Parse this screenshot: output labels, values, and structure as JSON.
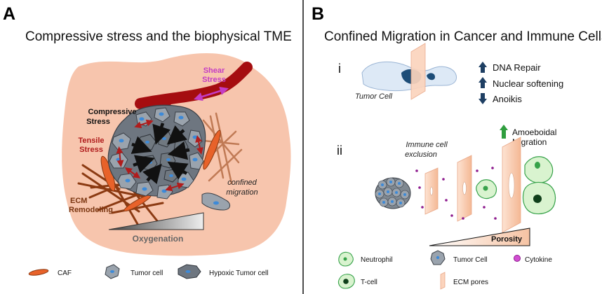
{
  "panel_a": {
    "letter": "A",
    "title": "Compressive stress and the biophysical TME",
    "labels": {
      "shear_1": "Shear",
      "shear_2": "Stress",
      "compressive_1": "Compressive",
      "compressive_2": "Stress",
      "tensile_1": "Tensile",
      "tensile_2": "Stress",
      "ecm_1": "ECM",
      "ecm_2": "Remodeling",
      "confined_1": "confined",
      "confined_2": "migration",
      "oxygenation": "Oxygenation"
    },
    "legend": {
      "caf": "CAF",
      "tumor_cell": "Tumor cell",
      "hypoxic": "Hypoxic Tumor cell"
    }
  },
  "panel_b": {
    "letter": "B",
    "title": "Confined Migration in Cancer and Immune Cells",
    "roman_i": "i",
    "roman_ii": "ii",
    "tumor_cell_label": "Tumor Cell",
    "effects": [
      {
        "direction": "up",
        "label": "DNA Repair"
      },
      {
        "direction": "up",
        "label": "Nuclear softening"
      },
      {
        "direction": "down",
        "label": "Anoikis"
      }
    ],
    "immune_exclusion_1": "Immune cell",
    "immune_exclusion_2": "exclusion",
    "amoeboidal_1": "Amoeboidal",
    "amoeboidal_2": "Migration",
    "porosity": "Porosity",
    "legend": {
      "neutrophil": "Neutrophil",
      "tumor_cell": "Tumor Cell",
      "cytokine": "Cytokine",
      "tcell": "T-cell",
      "ecm_pores": "ECM pores"
    }
  },
  "colors": {
    "tme_background": "#f7c5ad",
    "vessel": "#a50d10",
    "shear": "#c43cc4",
    "tensile": "#b01c1c",
    "ecm": "#8b3a12",
    "caf": "#e8622a",
    "tumor_cell": "#9aa3ad",
    "nucleus": "#3d8ad8",
    "immune": "#d9f3cf",
    "immune_border": "#37a24a",
    "pore": "#fbd4bd",
    "cytokine": "#8e1b8e",
    "arrow_blue": "#1e3f63"
  }
}
